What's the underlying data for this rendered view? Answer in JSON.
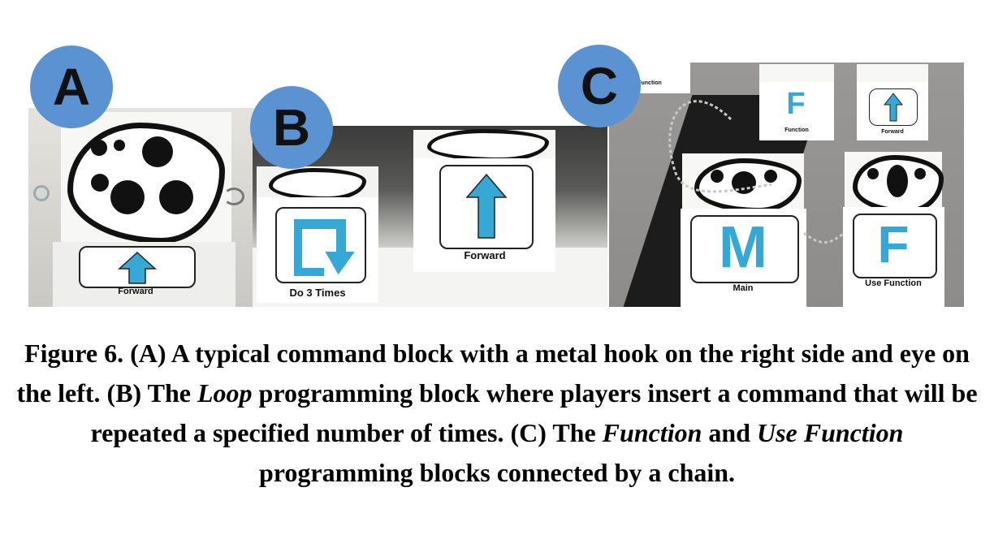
{
  "figure": {
    "panels": [
      {
        "id": "A",
        "badge": "A",
        "blocks": [
          {
            "label": "Forward",
            "icon": "arrow-up-icon"
          }
        ]
      },
      {
        "id": "B",
        "badge": "B",
        "blocks": [
          {
            "label": "Do 3 Times",
            "icon": "loop-icon"
          },
          {
            "label": "Forward",
            "icon": "arrow-up-icon"
          }
        ]
      },
      {
        "id": "C",
        "badge": "C",
        "blocks": [
          {
            "label": "Function",
            "letter": "F"
          },
          {
            "label": "Forward",
            "icon": "arrow-up-icon"
          },
          {
            "label": "Main",
            "letter": "M"
          },
          {
            "label": "Use Function",
            "letter": "F"
          },
          {
            "label": "Function",
            "icon": "arrow-up-icon"
          }
        ]
      }
    ],
    "caption": {
      "part1": "Figure 6. (A) A typical command block with a metal hook on the right side and eye on the left. (B) The ",
      "loop": "Loop",
      "part2": " programming block where players insert a command that will be repeated a specified number of times. (C) The ",
      "function": "Function",
      "and": " and ",
      "use_function": "Use Function",
      "part3": " programming blocks connected by a chain."
    }
  },
  "colors": {
    "badge": "#5b93d2",
    "icon_blue": "#35a8d6"
  }
}
